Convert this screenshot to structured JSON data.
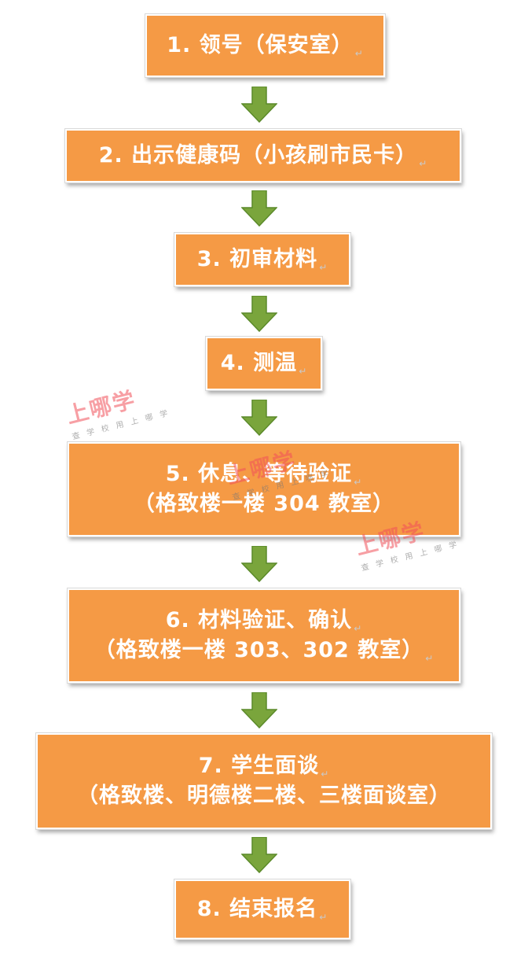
{
  "steps": [
    {
      "line1": "1. 领号（保安室）",
      "line2": ""
    },
    {
      "line1": "2. 出示健康码（小孩刷市民卡）",
      "line2": ""
    },
    {
      "line1": "3. 初审材料",
      "line2": ""
    },
    {
      "line1": "4. 测温",
      "line2": ""
    },
    {
      "line1": "5. 休息、等待验证",
      "line2": "（格致楼一楼 304 教室）"
    },
    {
      "line1": "6. 材料验证、确认",
      "line2": "（格致楼一楼 303、302 教室）"
    },
    {
      "line1": "7. 学生面谈",
      "line2": "（格致楼、明德楼二楼、三楼面谈室）"
    },
    {
      "line1": "8. 结束报名",
      "line2": ""
    }
  ],
  "return_mark": "↵",
  "colors": {
    "box": "#f59a45",
    "arrow": "#7aa53c",
    "arrow_stroke": "#5b8a2a"
  },
  "watermark": {
    "main": "上哪学",
    "sub": "查 学 校  用 上 哪 学"
  }
}
